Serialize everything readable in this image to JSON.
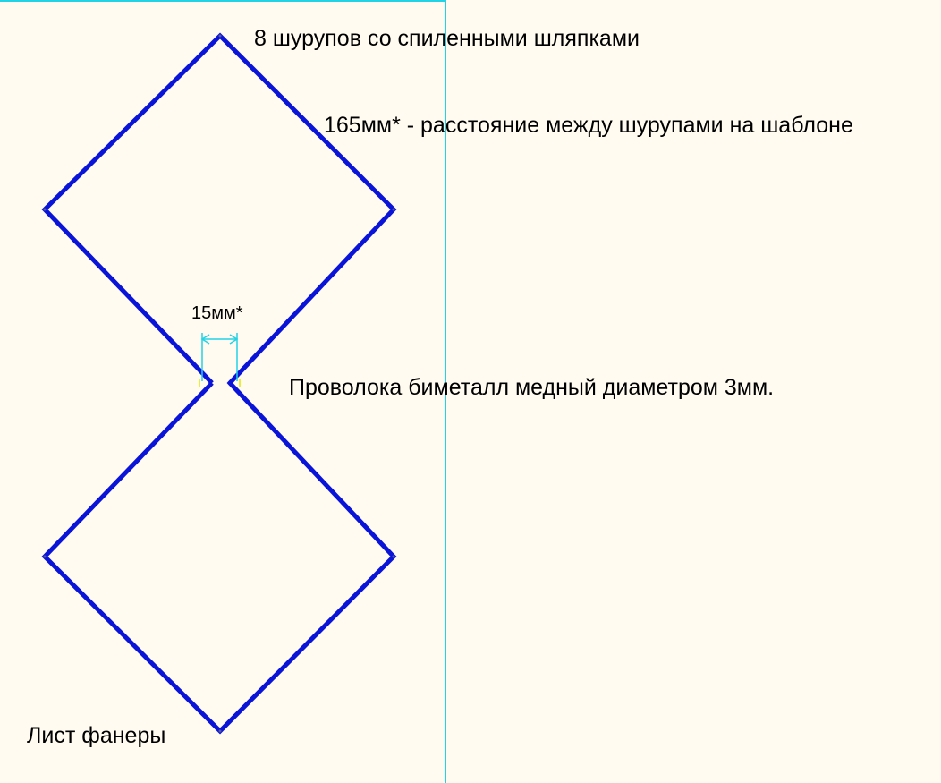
{
  "diagram": {
    "background_color": "#fffbf0",
    "sheet_border_color": "#22d3e6",
    "wire_color": "#0a14d8",
    "dimension_color": "#22d3e6",
    "screw_marker_color": "#e6e600",
    "labels": {
      "screws": "8 шурупов со спиленными шляпками",
      "distance": "165мм* - расстояние между шурупами на шаблоне",
      "gap": "15мм*",
      "wire": "Проволока биметалл медный диаметром 3мм.",
      "sheet": "Лист фанеры"
    }
  }
}
